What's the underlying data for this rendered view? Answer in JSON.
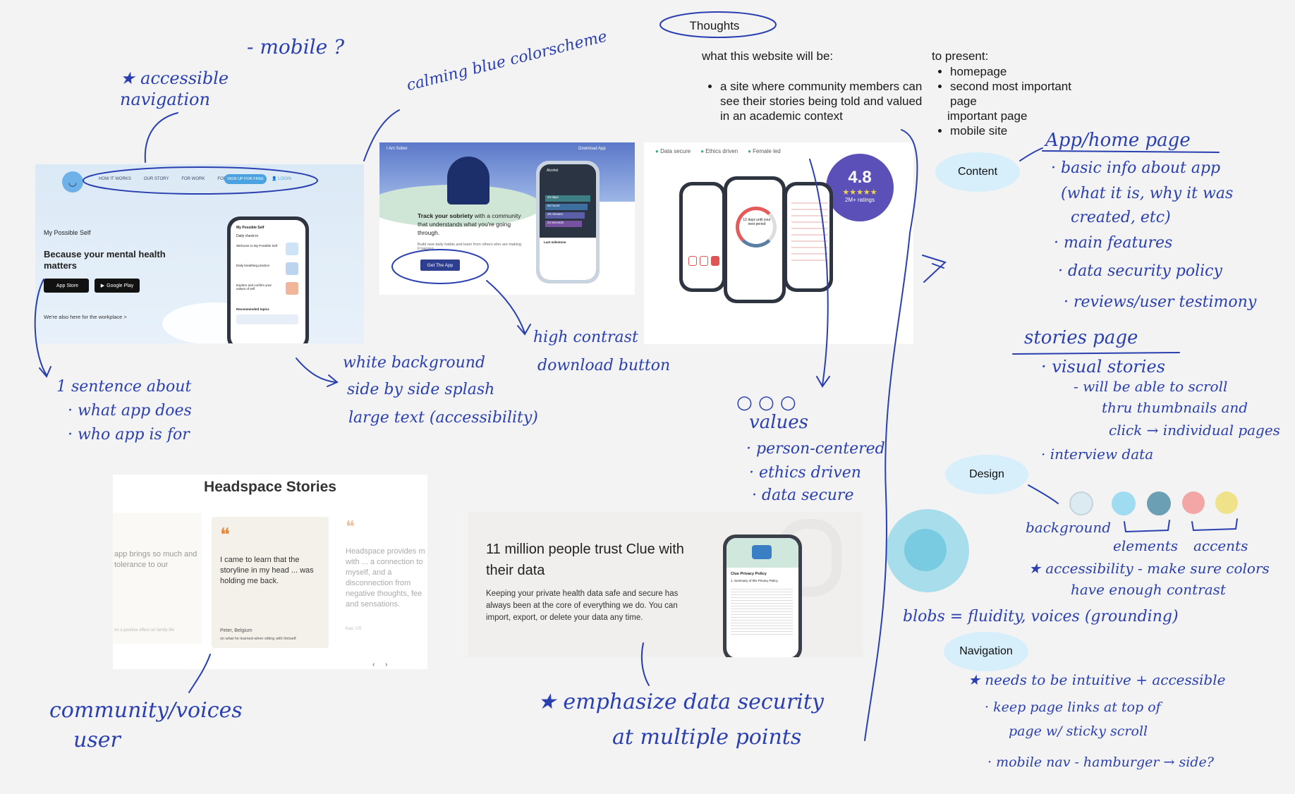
{
  "thoughts": {
    "title": "Thoughts",
    "website_heading": "what this website will be:",
    "website_items": [
      "a site where community members can see their stories being told and valued in an academic context"
    ],
    "present_heading": "to present:",
    "present_items": [
      "homepage",
      "second most important page",
      "mobile site"
    ]
  },
  "labels": {
    "content": "Content",
    "design": "Design",
    "navigation": "Navigation"
  },
  "mps": {
    "nav": [
      "HOW IT WORKS",
      "OUR STORY",
      "FOR WORK",
      "FOR NHS"
    ],
    "signup": "SIGN UP FOR FREE",
    "login": "LOGIN",
    "brand": "My Possible Self",
    "headline": "Because your mental health matters",
    "appstore": "App Store",
    "googleplay": "Google Play",
    "workplace": "We're also here for the workplace >",
    "phone_title": "My Possible Self",
    "phone_section": "Daily check-in",
    "phone_items": [
      "Welcome to My Possible Self",
      "Daily breathing practice",
      "Explore and confirm your values of self"
    ],
    "phone_recommended": "Recommended topics"
  },
  "sober": {
    "logo": "I Am Sober",
    "download": "Download App",
    "headline_bold": "Track your sobriety",
    "headline_rest": " with a community that understands what you're going through.",
    "sub": "Build new daily habits and learn from others who are making it happen.",
    "cta": "Get The App",
    "phone_title": "Alcohol",
    "milestone": "Last milestone",
    "stats": [
      "23 days",
      "52 hours",
      "29 minutes",
      "24 seconds"
    ]
  },
  "clue_top": {
    "badges": [
      "Data secure",
      "Ethics driven",
      "Female led"
    ],
    "rating": "4.8",
    "stars": "★★★★★",
    "ratings_count": "2M+ ratings",
    "phone_text": "12 days until your next period"
  },
  "headspace": {
    "title": "Headspace Stories",
    "left_text": "app brings so much and tolerance to our",
    "quote": "I came to learn that the storyline in my head ... was holding me back.",
    "author": "Peter, Belgium",
    "author_sub": "on what he learned when sitting with himself",
    "right_text": "Headspace provides m with ... a connection to myself, and a disconnection from negative thoughts, fee and sensations.",
    "right_author": "Kari, US",
    "left_author": "on a positive effect on family life",
    "quote_mark": "❝"
  },
  "clue_privacy": {
    "headline": "11 million people trust Clue with their data",
    "body": "Keeping your private health data safe and secure has always been at the core of everything we do. You can import, export, or delete your data any time.",
    "phone_title": "Clue Privacy Policy",
    "phone_sub": "1. Summary of this Privacy Policy"
  },
  "notes": {
    "mobile": "- mobile ?",
    "accessible_nav": "★ accessible navigation",
    "colorscheme": "calming blue colorscheme",
    "sentence": "1 sentence about",
    "sentence_1": "· what app does",
    "sentence_2": "· who app is for",
    "white_bg": "white background",
    "side_by_side": "side by side splash",
    "large_text": "large text (accessibility)",
    "high_contrast": "high contrast",
    "download_btn": "download button",
    "values_icons": "○ ○ ○",
    "values": "values",
    "values_1": "· person-centered",
    "values_2": "· ethics driven",
    "values_3": "· data secure",
    "community_1": "community/voices",
    "community_2": "user",
    "emphasize_1": "★ emphasize data security",
    "emphasize_2": "at multiple points",
    "app_home": "App/home page",
    "ah_1": "· basic info about app",
    "ah_2": "(what it is, why it was",
    "ah_3": "created, etc)",
    "ah_4": "· main features",
    "ah_5": "· data security policy",
    "ah_6": "· reviews/user testimony",
    "stories": "stories page",
    "st_1": "· visual stories",
    "st_2": "- will be able to scroll",
    "st_3": "thru thumbnails and",
    "st_4": "click → individual pages",
    "st_5": "· interview data",
    "background": "background",
    "elements": "elements",
    "accents": "accents",
    "access_1": "★ accessibility - make sure colors",
    "access_2": "have enough contrast",
    "blobs": "blobs = fluidity, voices (grounding)",
    "nav_1": "★ needs to be intuitive + accessible",
    "nav_2": "· keep page links at top of",
    "nav_3": "page w/ sticky scroll",
    "nav_4": "· mobile nav - hamburger → side?"
  },
  "colors": {
    "ink": "#2a3fb0",
    "pill": "#d7eefb",
    "swatch_bg": "#dceaf2",
    "swatch_el1": "#9fdcf2",
    "swatch_el2": "#6b9fb3",
    "swatch_ac1": "#f3a6a6",
    "swatch_ac2": "#f0e28a"
  }
}
